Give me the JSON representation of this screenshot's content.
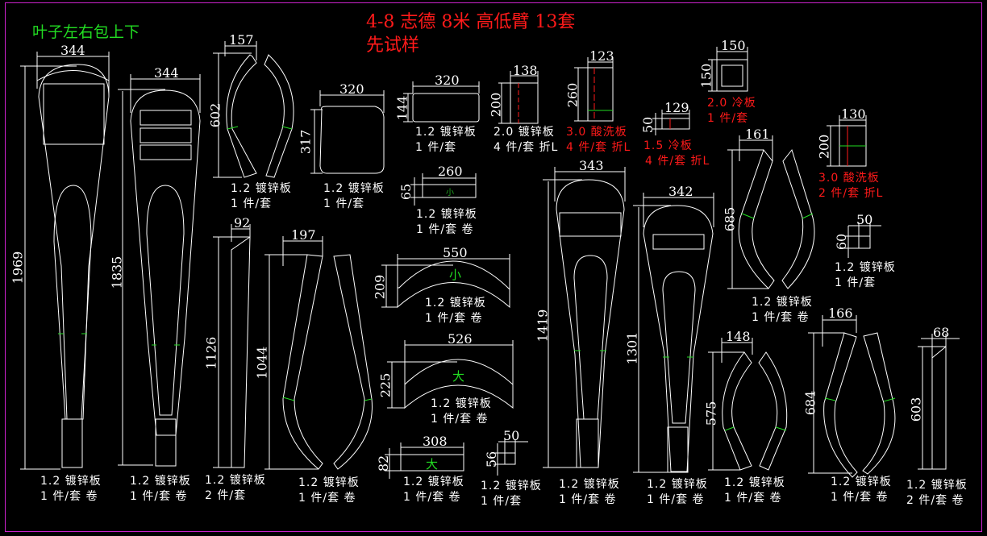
{
  "header": {
    "title_line1": "4-8 志德 8米 高低臂 13套",
    "title_line2": "先试样",
    "note": "叶子左右包上下"
  },
  "colors": {
    "background": "#000000",
    "lines": "#ffffff",
    "accent": "#ff1a1a",
    "marker": "#22dd22",
    "frame": "#cc22cc"
  },
  "parts": [
    {
      "id": "p1",
      "dims": [
        "344",
        "1969"
      ],
      "material": "1.2 镀锌板",
      "qty": "1 件/套 卷"
    },
    {
      "id": "p2",
      "dims": [
        "344",
        "1835"
      ],
      "material": "1.2 镀锌板",
      "qty": "1 件/套 卷"
    },
    {
      "id": "p3",
      "dims": [
        "157",
        "602"
      ],
      "material": "1.2 镀锌板",
      "qty": "1 件/套"
    },
    {
      "id": "p4",
      "dims": [
        "320",
        "317"
      ],
      "material": "1.2 镀锌板",
      "qty": "1 件/套"
    },
    {
      "id": "p5",
      "dims": [
        "320",
        "144"
      ],
      "material": "1.2 镀锌板",
      "qty": "1 件/套"
    },
    {
      "id": "p6",
      "dims": [
        "138",
        "200"
      ],
      "material": "2.0 镀锌板",
      "qty": "4 件/套 折L"
    },
    {
      "id": "p7",
      "dims": [
        "123",
        "260"
      ],
      "material": "3.0 酸洗板",
      "qty": "4 件/套 折L"
    },
    {
      "id": "p8",
      "dims": [
        "129",
        "50"
      ],
      "material": "1.5 冷板",
      "qty": "4 件/套 折L"
    },
    {
      "id": "p9",
      "dims": [
        "150",
        "150"
      ],
      "material": "2.0 冷板",
      "qty": "1 件/套"
    },
    {
      "id": "p10",
      "dims": [
        "130",
        "200"
      ],
      "material": "3.0 酸洗板",
      "qty": "2 件/套 折L"
    },
    {
      "id": "p11",
      "dims": [
        "260",
        "65"
      ],
      "material": "1.2 镀锌板",
      "qty": "1 件/套 卷",
      "mark": "小"
    },
    {
      "id": "p12",
      "dims": [
        "550",
        "209"
      ],
      "material": "1.2 镀锌板",
      "qty": "1 件/套 卷",
      "mark": "小"
    },
    {
      "id": "p13",
      "dims": [
        "526",
        "225"
      ],
      "material": "1.2 镀锌板",
      "qty": "1 件/套 卷",
      "mark": "大"
    },
    {
      "id": "p14",
      "dims": [
        "308",
        "82"
      ],
      "material": "1.2 镀锌板",
      "qty": "1 件/套 卷",
      "mark": "大"
    },
    {
      "id": "p15",
      "dims": [
        "50",
        "56"
      ],
      "material": "1.2 镀锌板",
      "qty": "1 件/套"
    },
    {
      "id": "p16",
      "dims": [
        "92",
        "1126"
      ],
      "material": "1.2 镀锌板",
      "qty": "2 件/套"
    },
    {
      "id": "p17",
      "dims": [
        "197",
        "1044"
      ],
      "material": "1.2 镀锌板",
      "qty": "1 件/套 卷"
    },
    {
      "id": "p18",
      "dims": [
        "343",
        "1419"
      ],
      "material": "1.2 镀锌板",
      "qty": "1 件/套 卷"
    },
    {
      "id": "p19",
      "dims": [
        "342",
        "1301"
      ],
      "material": "1.2 镀锌板",
      "qty": "1 件/套 卷"
    },
    {
      "id": "p20",
      "dims": [
        "161",
        "685"
      ],
      "material": "1.2 镀锌板",
      "qty": "1 件/套 卷"
    },
    {
      "id": "p21",
      "dims": [
        "50",
        "60"
      ],
      "material": "1.2 镀锌板",
      "qty": "1 件/套"
    },
    {
      "id": "p22",
      "dims": [
        "148",
        "575"
      ],
      "material": "1.2 镀锌板",
      "qty": "1 件/套 卷"
    },
    {
      "id": "p23",
      "dims": [
        "166",
        "684"
      ],
      "material": "1.2 镀锌板",
      "qty": "1 件/套 卷"
    },
    {
      "id": "p24",
      "dims": [
        "68",
        "603"
      ],
      "material": "1.2 镀锌板",
      "qty": "2 件/套 卷"
    }
  ]
}
